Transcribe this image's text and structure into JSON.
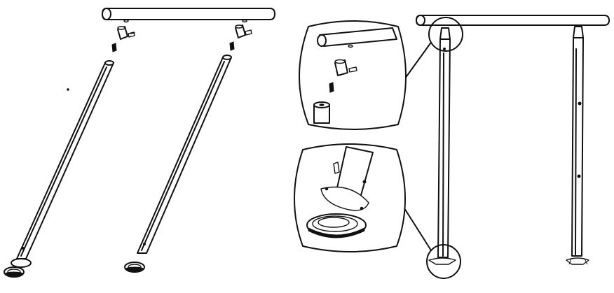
{
  "diagram": {
    "kind": "assembly-instructions",
    "steps": [
      {
        "id": "exploded-view",
        "parts": [
          "handrail-tube",
          "connector",
          "screw",
          "post",
          "base-plate"
        ]
      },
      {
        "id": "assembled-view",
        "details": [
          "detail-top-connector",
          "detail-base-plate"
        ]
      }
    ],
    "colors": {
      "ink": "#111111",
      "paper": "#ffffff"
    },
    "icons": [
      "screw-icon",
      "connector-icon",
      "base-plate-icon"
    ]
  }
}
